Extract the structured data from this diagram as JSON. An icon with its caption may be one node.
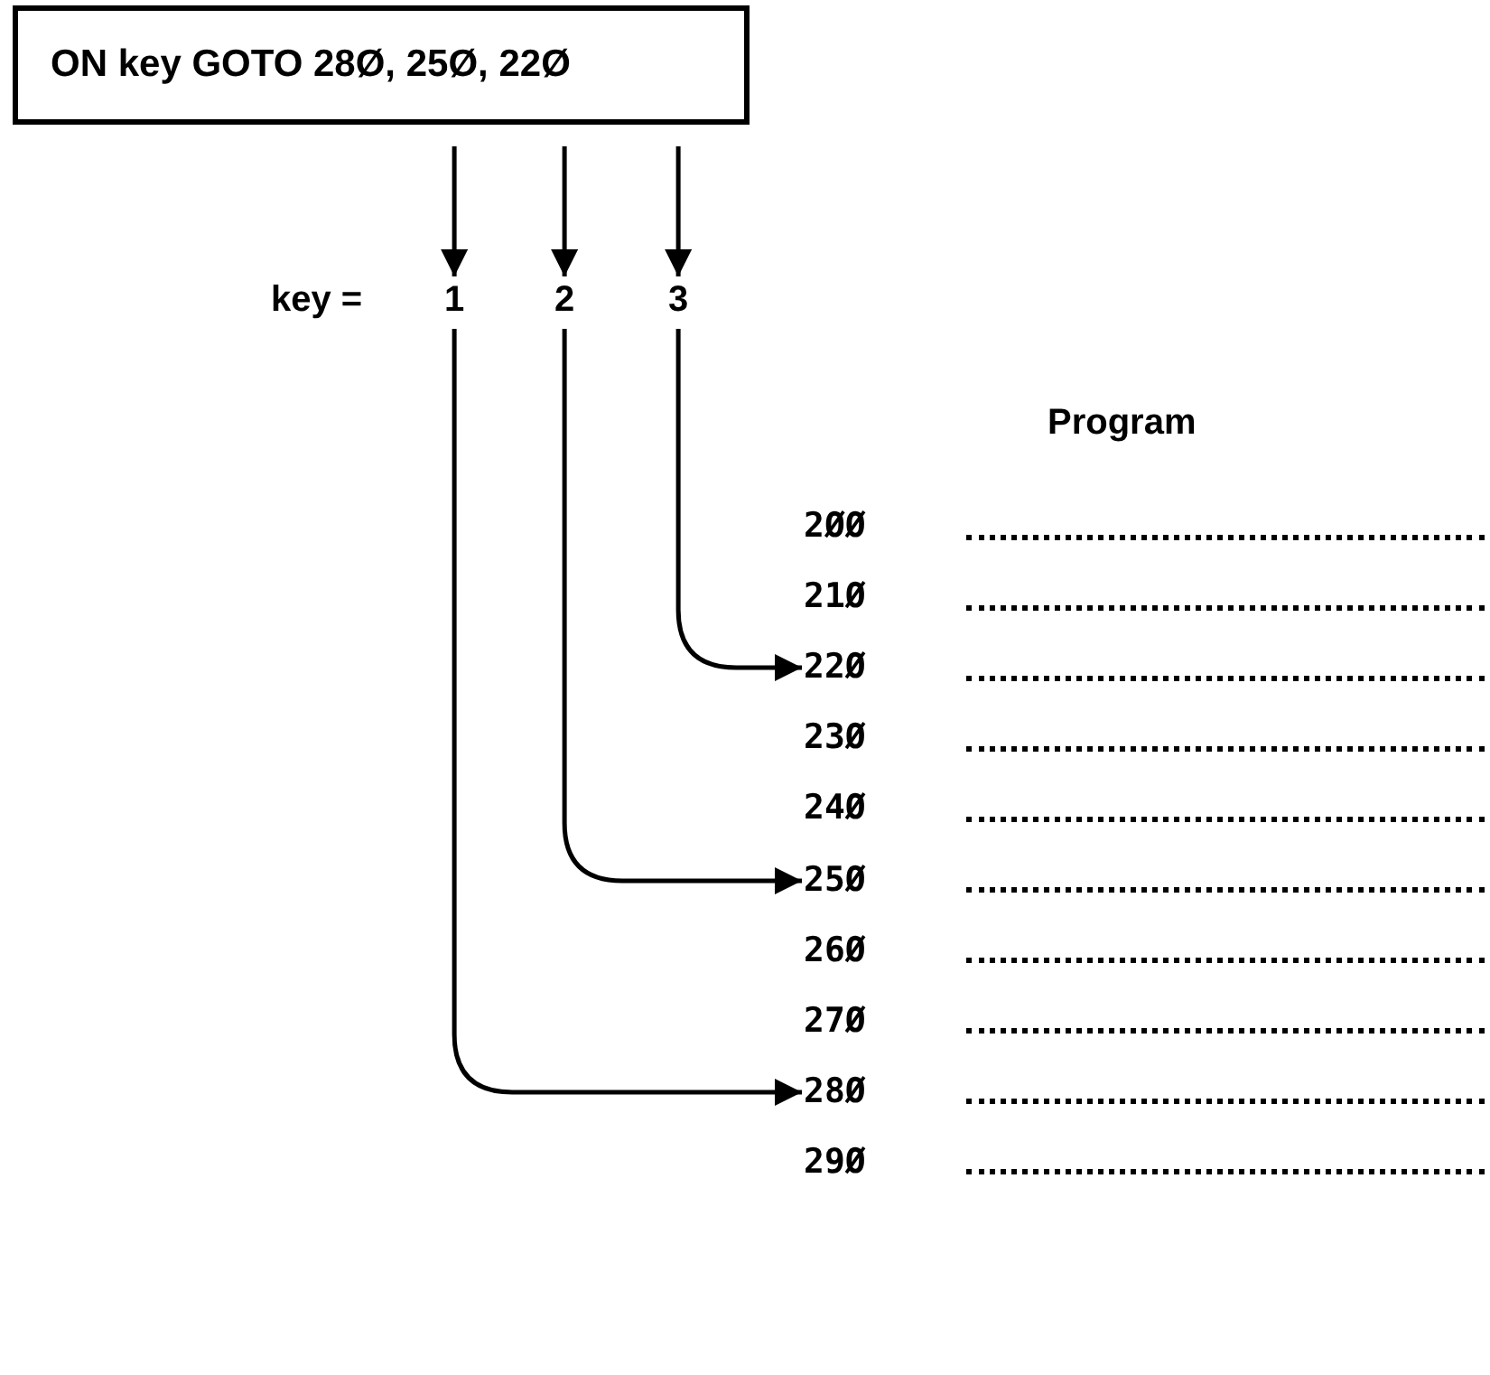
{
  "diagram": {
    "nodes": [
      {
        "text": [
          "ON key GOTO 28Ø, 25Ø, 22Ø"
        ]
      },
      {
        "text": [
          "1"
        ]
      },
      {
        "text": [
          "2"
        ]
      },
      {
        "text": [
          "3"
        ]
      },
      {
        "text": [
          "22Ø"
        ]
      },
      {
        "text": [
          "25Ø"
        ]
      },
      {
        "text": [
          "28Ø"
        ]
      }
    ],
    "edges": [
      {
        "from": 0,
        "to": 1,
        "arrow": "to"
      },
      {
        "from": 0,
        "to": 2,
        "arrow": "to"
      },
      {
        "from": 0,
        "to": 3,
        "arrow": "to"
      },
      {
        "from": 3,
        "to": 4,
        "arrow": "to"
      },
      {
        "from": 2,
        "to": 5,
        "arrow": "to"
      },
      {
        "from": 1,
        "to": 6,
        "arrow": "to"
      }
    ],
    "labels": [
      "key =",
      "Program",
      "2ØØ",
      "21Ø",
      "23Ø",
      "24Ø",
      "26Ø",
      "27Ø",
      "29Ø"
    ]
  }
}
